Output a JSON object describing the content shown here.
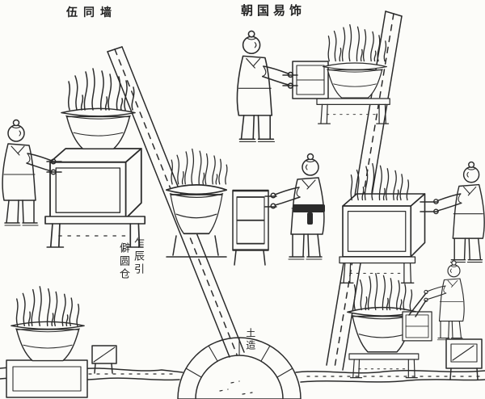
{
  "canvas": {
    "paper_color": "#fcfcf9",
    "ink_color": "#2b2b2b"
  },
  "captions": {
    "top_left": "伍同墙",
    "top_center": "朝国易饰",
    "note_col_a": "乍辰引",
    "note_col_b": "僻圆仓",
    "note_bottom": "土造"
  }
}
